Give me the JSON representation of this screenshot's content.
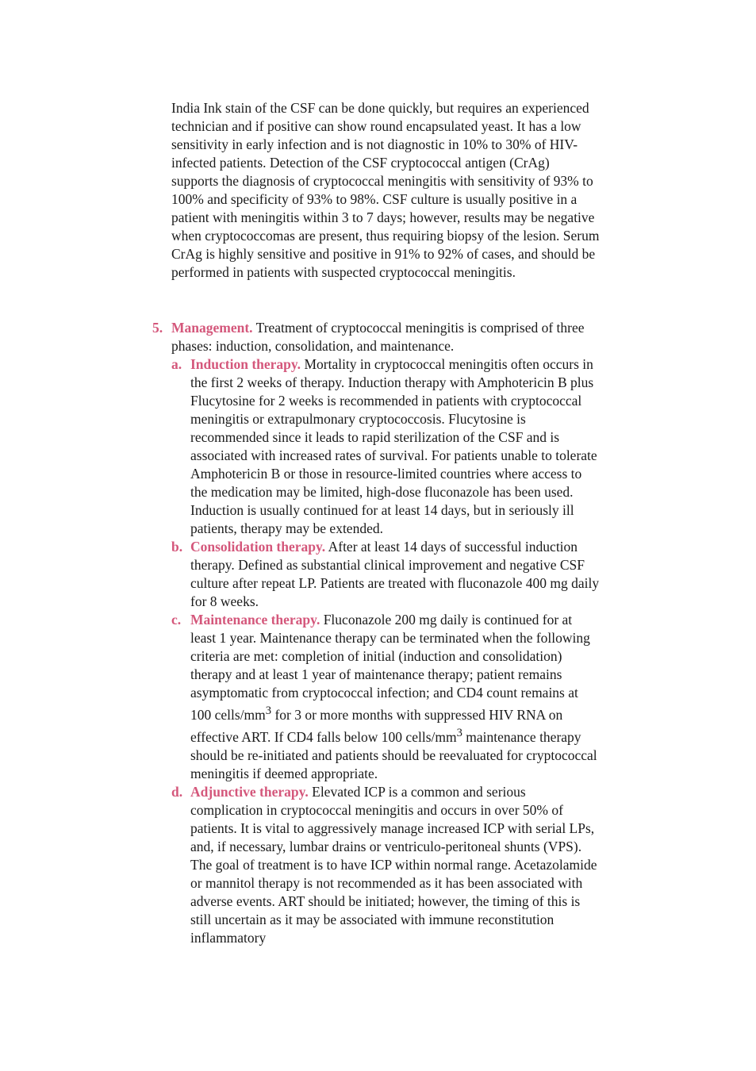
{
  "intro": "India Ink stain of the CSF can be done quickly, but requires an experienced technician and if positive can show round encapsulated yeast. It has a low sensitivity in early infection and is not diagnostic in 10% to 30% of HIV-infected patients. Detection of the CSF cryptococcal antigen (CrAg) supports the diagnosis of cryptococcal meningitis with sensitivity of 93% to 100% and specificity of 93% to 98%. CSF culture is usually positive in a patient with meningitis within 3 to 7 days; however, results may be negative when cryptococcomas are present, thus requiring biopsy of the lesion. Serum CrAg is highly sensitive and positive in 91% to 92% of cases, and should be performed in patients with suspected cryptococcal meningitis.",
  "section5": {
    "number": "5.",
    "heading": "Management.",
    "text": "Treatment of cryptococcal meningitis is comprised of three phases: induction, consolidation, and maintenance.",
    "items": [
      {
        "label": "a.",
        "heading": "Induction therapy.",
        "text": "Mortality in cryptococcal meningitis often occurs in the first 2 weeks of therapy. Induction therapy with Amphotericin B plus Flucytosine for 2 weeks is recommended in patients with cryptococcal meningitis or extrapulmonary cryptococcosis. Flucytosine is recommended since it leads to rapid sterilization of the CSF and is associated with increased rates of survival. For patients unable to tolerate Amphotericin B or those in resource-limited countries where access to the medication may be limited, high-dose fluconazole has been used. Induction is usually continued for at least 14 days, but in seriously ill patients, therapy may be extended."
      },
      {
        "label": "b.",
        "heading": "Consolidation therapy.",
        "text": "After at least 14 days of successful induction therapy. Defined as substantial clinical improvement and negative CSF culture after repeat LP. Patients are treated with fluconazole 400 mg daily for 8 weeks."
      },
      {
        "label": "c.",
        "heading": "Maintenance therapy.",
        "text_1": "Fluconazole 200 mg daily is continued for at least 1 year. Maintenance therapy can be terminated when the following criteria are met: completion of initial (induction and consolidation) therapy and at least 1 year of maintenance therapy; patient remains asymptomatic from cryptococcal infection; and CD4 count remains at 100 cells/mm",
        "sup_1": "3",
        "text_2": " for 3 or more months with suppressed HIV RNA on effective ART. If CD4 falls below 100 cells/mm",
        "sup_2": "3",
        "text_3": " maintenance therapy should be re-initiated and patients should be reevaluated for cryptococcal meningitis if deemed appropriate."
      },
      {
        "label": "d.",
        "heading": "Adjunctive therapy.",
        "text": "Elevated ICP is a common and serious complication in cryptococcal meningitis and occurs in over 50% of patients. It is vital to aggressively manage increased ICP with serial LPs, and, if necessary, lumbar drains or ventriculo-peritoneal shunts (VPS). The goal of treatment is to have ICP within normal range. Acetazolamide or mannitol therapy is not recommended as it has been associated with adverse events. ART should be initiated; however, the timing of this is still uncertain as it may be associated with immune reconstitution inflammatory"
      }
    ]
  }
}
